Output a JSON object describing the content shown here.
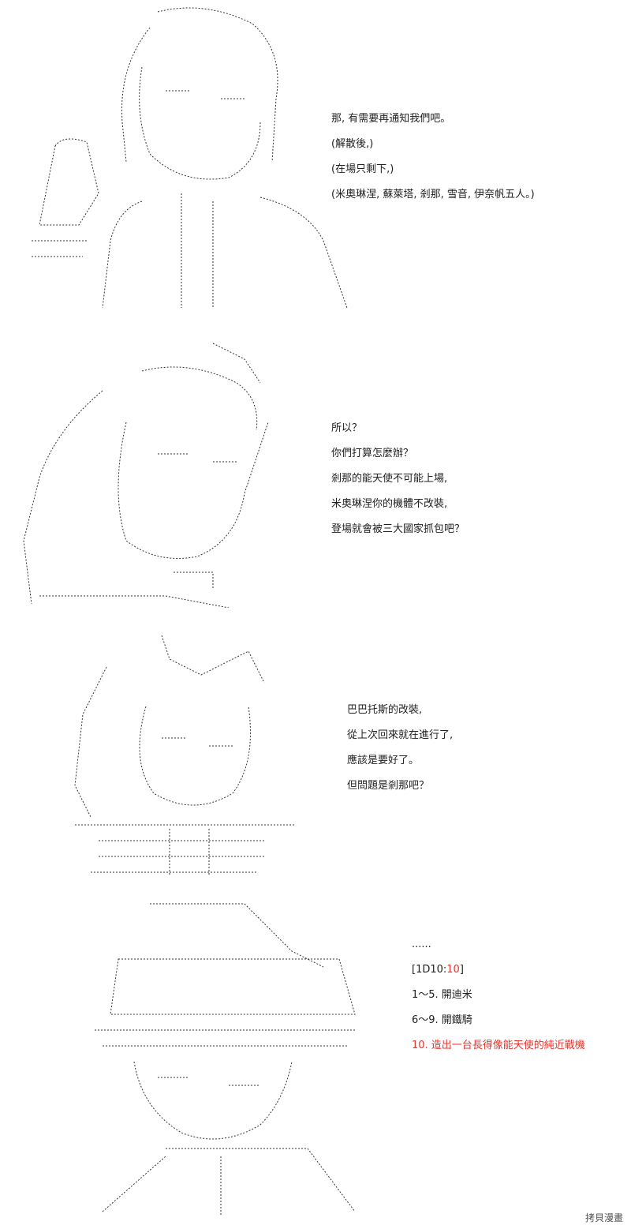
{
  "panels": [
    {
      "id": "panel-1",
      "lines": [
        "那, 有需要再通知我們吧。",
        "(解散後,)",
        "(在場只剩下,)",
        "(米奧琳涅, 蘇萊塔, 剎那, 雪音, 伊奈帆五人。)"
      ]
    },
    {
      "id": "panel-2",
      "lines": [
        "所以？",
        "你們打算怎麼辦？",
        "剎那的能天使不可能上場,",
        "米奧琳涅你的機體不改裝,",
        "登場就會被三大國家抓包吧？"
      ]
    },
    {
      "id": "panel-3",
      "lines": [
        "巴巴托斯的改裝,",
        "從上次回來就在進行了,",
        "應該是要好了。",
        "但問題是剎那吧？"
      ]
    },
    {
      "id": "panel-4",
      "lines": [
        "......",
        "1〜5. 開迪米",
        "6〜9. 開鐵騎",
        "10. 造出一台長得像能天使的純近戰機"
      ],
      "dice_label": "[1D10:",
      "dice_result": "10",
      "dice_close": "]"
    }
  ],
  "watermark": "拷貝漫畫",
  "colors": {
    "text": "#222222",
    "highlight": "#e8332b",
    "background": "#ffffff"
  }
}
